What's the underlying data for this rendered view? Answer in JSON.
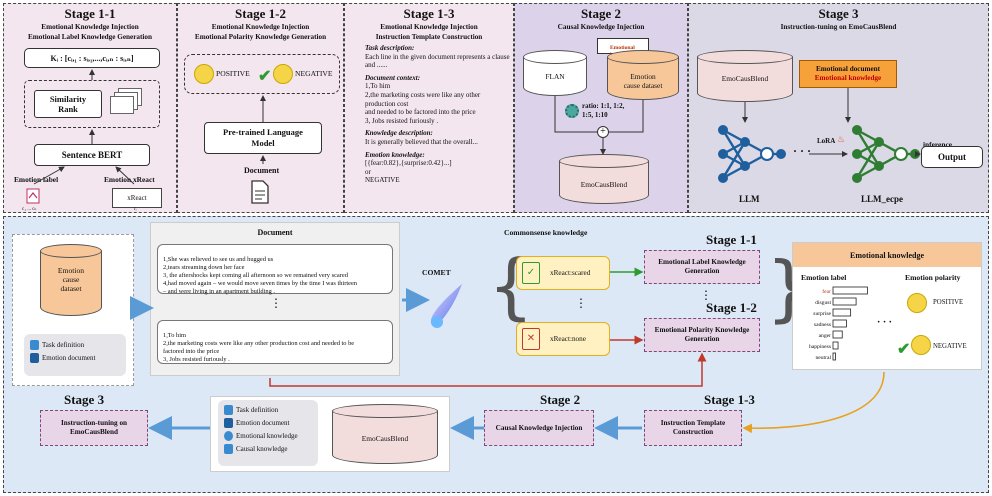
{
  "top": {
    "stage11": {
      "title": "Stage 1-1",
      "sub1": "Emotional Knowledge Injection",
      "sub2": "Emotional Label Knowledge Generation",
      "formula": "Kᵢ : [cᵢ,₁ : sᵢ,₁,...,cᵢ,ₙ : sᵢ,ₙ]",
      "similarity": "Similarity\nRank",
      "sentence_bert": "Sentence BERT",
      "emotion_label": "Emotion label",
      "emotion_xreact": "Emotion xReact",
      "xreact": "xReact",
      "c_range": "c₁ ... cₙ",
      "r_label": "rᵢ"
    },
    "stage12": {
      "title": "Stage 1-2",
      "sub1": "Emotional Knowledge Injection",
      "sub2": "Emotional  Polarity Knowledge Generation",
      "positive": "POSITIVE",
      "negative": "NEGATIVE",
      "plm": "Pre-trained Language\nModel",
      "document": "Document"
    },
    "stage13": {
      "title": "Stage 1-3",
      "sub1": "Emotional Knowledge Injection",
      "sub2": "Instruction Template Construction",
      "task_h": "Task description:",
      "task_t": "Each line in the given document represents a clause and ......",
      "doc_h": "Document context:",
      "doc_t": "1,To him\n2,the marketing costs were like any other production cost\nand needed to be factored into the price\n3, Jobs resisted furiously .",
      "know_h": "Knowledge description:",
      "know_t": "It is generally believed that the overall...",
      "emo_h": "Emotion knowledge:",
      "emo_t": "[{fear:0.82},{surprise:0.42}...]\nor\nNEGATIVE"
    },
    "stage2": {
      "title": "Stage 2",
      "sub": "Causal Knowledge Injection",
      "flan": "FLAN",
      "emo_dataset": "Emotion\ncause dataset",
      "ratio": "ratio: 1:1, 1:2,\n1:5, 1:10",
      "emocausblend": "EmoCausBlend",
      "tag": "Emotional\nknowledge"
    },
    "stage3": {
      "title": "Stage 3",
      "sub": "Instruction-tuning on EmoCausBlend",
      "emocausblend": "EmoCausBlend",
      "emo_doc": "Emotional document",
      "emo_know": "Emotional knowledge",
      "lora": "LoRA",
      "inference": "inference",
      "output": "Output",
      "llm": "LLM",
      "llm_ecpe": "LLM_ecpe",
      "dots": "· · ·"
    }
  },
  "bottom": {
    "dataset": "Emotion\ncause\ndataset",
    "legend": [
      "Task definition",
      "Emotion document"
    ],
    "document_title": "Document",
    "doc1": "1,She was relieved to see us and hugged us\n2,tears streaming down her face\n3, the aftershocks kept coming all afternoon so we remained very scared\n4,had moved again – we would move seven times by the time I was thirteen\n– and were living in an apartment building .",
    "doc2": "1,To him\n2,the marketing costs were like any other production cost  and needed to be\nfactored into the price\n3, Jobs resisted furiously .",
    "comet": "COMET",
    "commonsense": "Commonsense knowledge",
    "xreact_scared": "xReact:scared",
    "xreact_none": "xReact:none",
    "stage11_title": "Stage 1-1",
    "stage12_title": "Stage 1-2",
    "stage13_title": "Stage 1-3",
    "stage2_title": "Stage 2",
    "stage3_title": "Stage 3",
    "label_gen": "Emotional Label Knowledge\nGeneration",
    "polarity_gen": "Emotional Polarity Knowledge\nGeneration",
    "emo_knowledge": {
      "title": "Emotional knowledge",
      "label_h": "Emotion label",
      "polarity_h": "Emotion polarity",
      "labels": [
        "fear",
        "disgust",
        "surprise",
        "sadness",
        "anger",
        "happiness",
        "neutral"
      ],
      "values": [
        0.82,
        0.55,
        0.42,
        0.32,
        0.22,
        0.12,
        0.06
      ],
      "positive": "POSITIVE",
      "negative": "NEGATIVE",
      "dots": "· · ·"
    },
    "instr_template": "Instruction Template\nConstruction",
    "causal_injection": "Causal Knowledge Injection",
    "instr_tuning": "Instruction-tuning on\nEmoCausBlend",
    "legend2": [
      "Task definition",
      "Emotion document",
      "Emotional knowledge",
      "Causal knowledge"
    ],
    "emocausblend": "EmoCausBlend",
    "vdots": "⋮"
  },
  "colors": {
    "stage1_bg": "#f3e6ee",
    "stage2_bg": "#dcd3ea",
    "stage3_bg": "#dcd9e6",
    "bottom_bg": "#dde8f6",
    "orange": "#f7c79a",
    "green": "#2e9b2e",
    "red": "#c0392b",
    "blue_node": "#1f5f9e",
    "green_node": "#2e7d32"
  }
}
